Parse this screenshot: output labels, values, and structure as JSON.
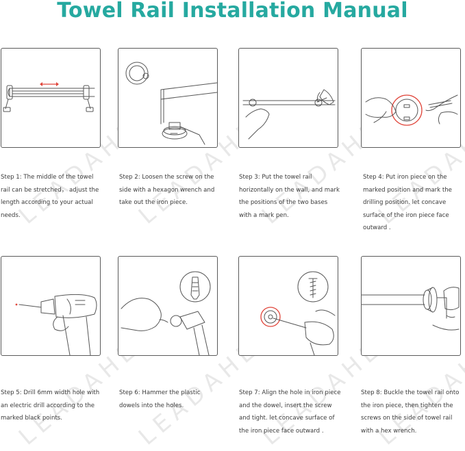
{
  "title": "Towel Rail Installation Manual",
  "watermark": "LEADAHEAD",
  "colors": {
    "title": "#26a9a0",
    "marker": "#e0453a",
    "line": "#555555"
  },
  "steps": [
    {
      "caption": "Step  1: The middle of the towel rail can be stretched， adjust the length according to your actual needs.",
      "icon": "towel-rail-stretch"
    },
    {
      "caption": "Step 2: Loosen the screw on the side with a hexagon wrench and take out the iron piece.",
      "icon": "hex-wrench-base"
    },
    {
      "caption": "Step 3: Put the towel rail horizontally on the wall, and mark the positions of the two bases with a mark pen.",
      "icon": "mark-pen-rail"
    },
    {
      "caption": "Step 4: Put iron piece on the marked position and mark the drilling position.  let concave surface of the iron piece face outward .",
      "icon": "iron-piece-mark"
    },
    {
      "caption": "Step 5: Drill 6mm width hole with an electric drill according to the marked black points.",
      "icon": "electric-drill"
    },
    {
      "caption": "Step 6: Hammer the plastic dowels into the holes.",
      "icon": "hammer-dowel"
    },
    {
      "caption": "Step 7: Align the hole in iron piece and the dowel, insert the screw and tight. let concave surface of the iron piece face outward .",
      "icon": "screwdriver-screw"
    },
    {
      "caption": "Step 8: Buckle the towel rail onto the iron piece, then tighten the screws on the side of towel rail with a hex wrench.",
      "icon": "hex-wrench-rail"
    }
  ]
}
